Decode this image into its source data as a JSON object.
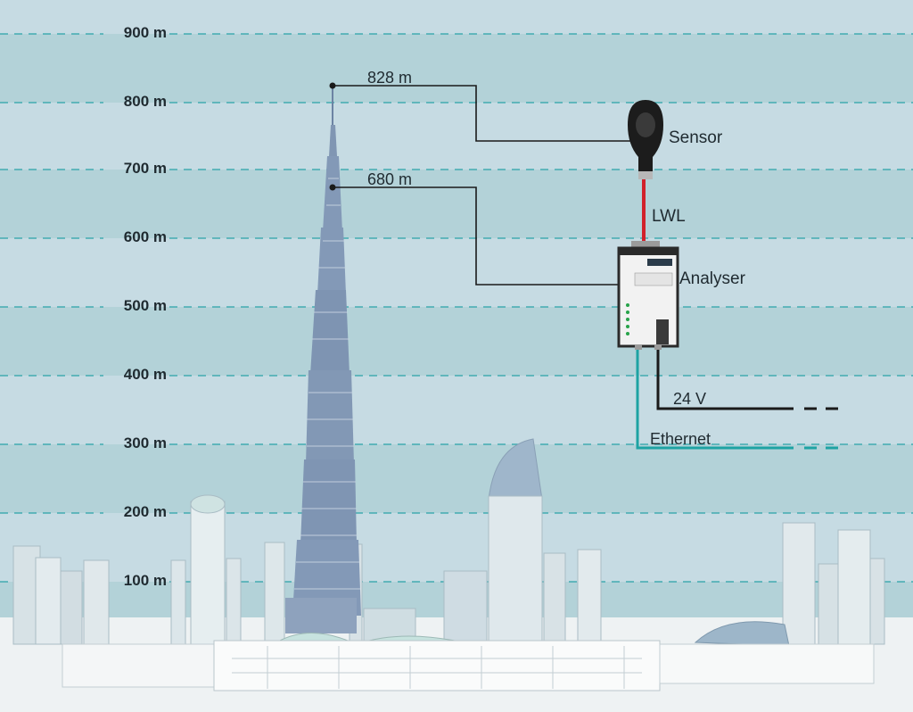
{
  "altitude_scale": {
    "marks": [
      "900 m",
      "800 m",
      "700 m",
      "600 m",
      "500 m",
      "400 m",
      "300 m",
      "200 m",
      "100 m"
    ]
  },
  "tower": {
    "tip_height_label": "828 m",
    "sensor_mount_height_label": "680 m"
  },
  "devices": {
    "sensor_label": "Sensor",
    "fiber_link_label": "LWL",
    "analyser_label": "Analyser"
  },
  "connections": {
    "power_label": "24 V",
    "network_label": "Ethernet"
  },
  "colors": {
    "band_dark": "#b5d4d9",
    "band_light": "#c8dde4",
    "dashed_line": "#2aa3a8",
    "fiber": "#d1212b",
    "power_cable": "#1a1a1a",
    "ethernet_cable": "#1ea3a3",
    "tower": "#8096b3"
  }
}
